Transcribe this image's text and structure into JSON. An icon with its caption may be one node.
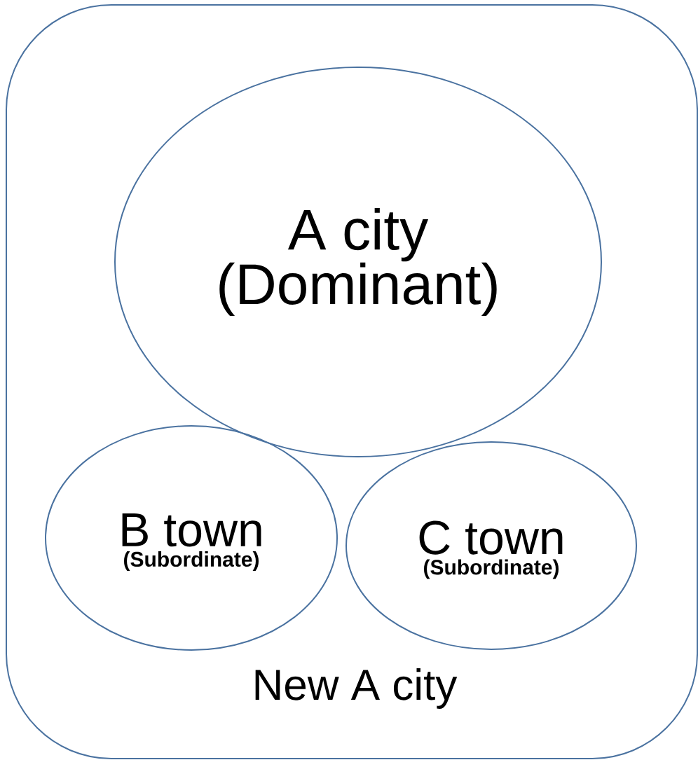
{
  "diagram": {
    "nodes": [
      {
        "text": [
          "New A city"
        ]
      },
      {
        "text": [
          "A city (Dominant)"
        ],
        "in": 0
      },
      {
        "text": [
          "B town",
          "(Subordinate)"
        ],
        "in": 0
      },
      {
        "text": [
          "C town",
          "(Subordinate)"
        ],
        "in": 0
      }
    ]
  }
}
